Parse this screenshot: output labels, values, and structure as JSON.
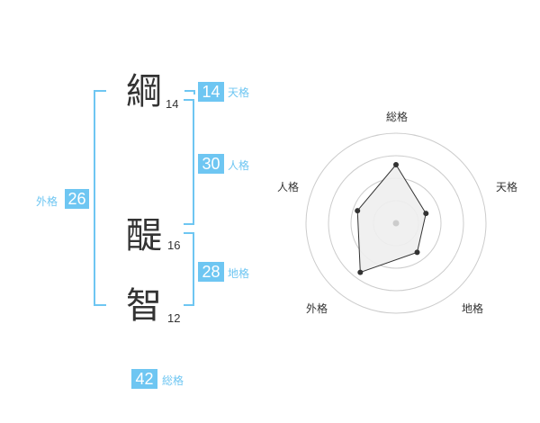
{
  "name": {
    "chars": [
      {
        "char": "綱",
        "strokes": "14"
      },
      {
        "char": "醍",
        "strokes": "16"
      },
      {
        "char": "智",
        "strokes": "12"
      }
    ]
  },
  "kakusu": {
    "tenkaku": {
      "value": "14",
      "label": "天格"
    },
    "jinkaku": {
      "value": "30",
      "label": "人格"
    },
    "chikaku": {
      "value": "28",
      "label": "地格"
    },
    "gaikaku": {
      "value": "26",
      "label": "外格"
    },
    "soukaku": {
      "value": "42",
      "label": "総格"
    }
  },
  "radar": {
    "axes": [
      "総格",
      "天格",
      "地格",
      "外格",
      "人格"
    ],
    "levels": 4,
    "scores": [
      2.6,
      1.4,
      1.6,
      2.7,
      1.8
    ],
    "colors": {
      "grid": "#cccccc",
      "fill": "#eeeeee",
      "line": "#333333",
      "point": "#333333",
      "center": "#cccccc"
    }
  },
  "colors": {
    "accent": "#6ec6f2"
  }
}
